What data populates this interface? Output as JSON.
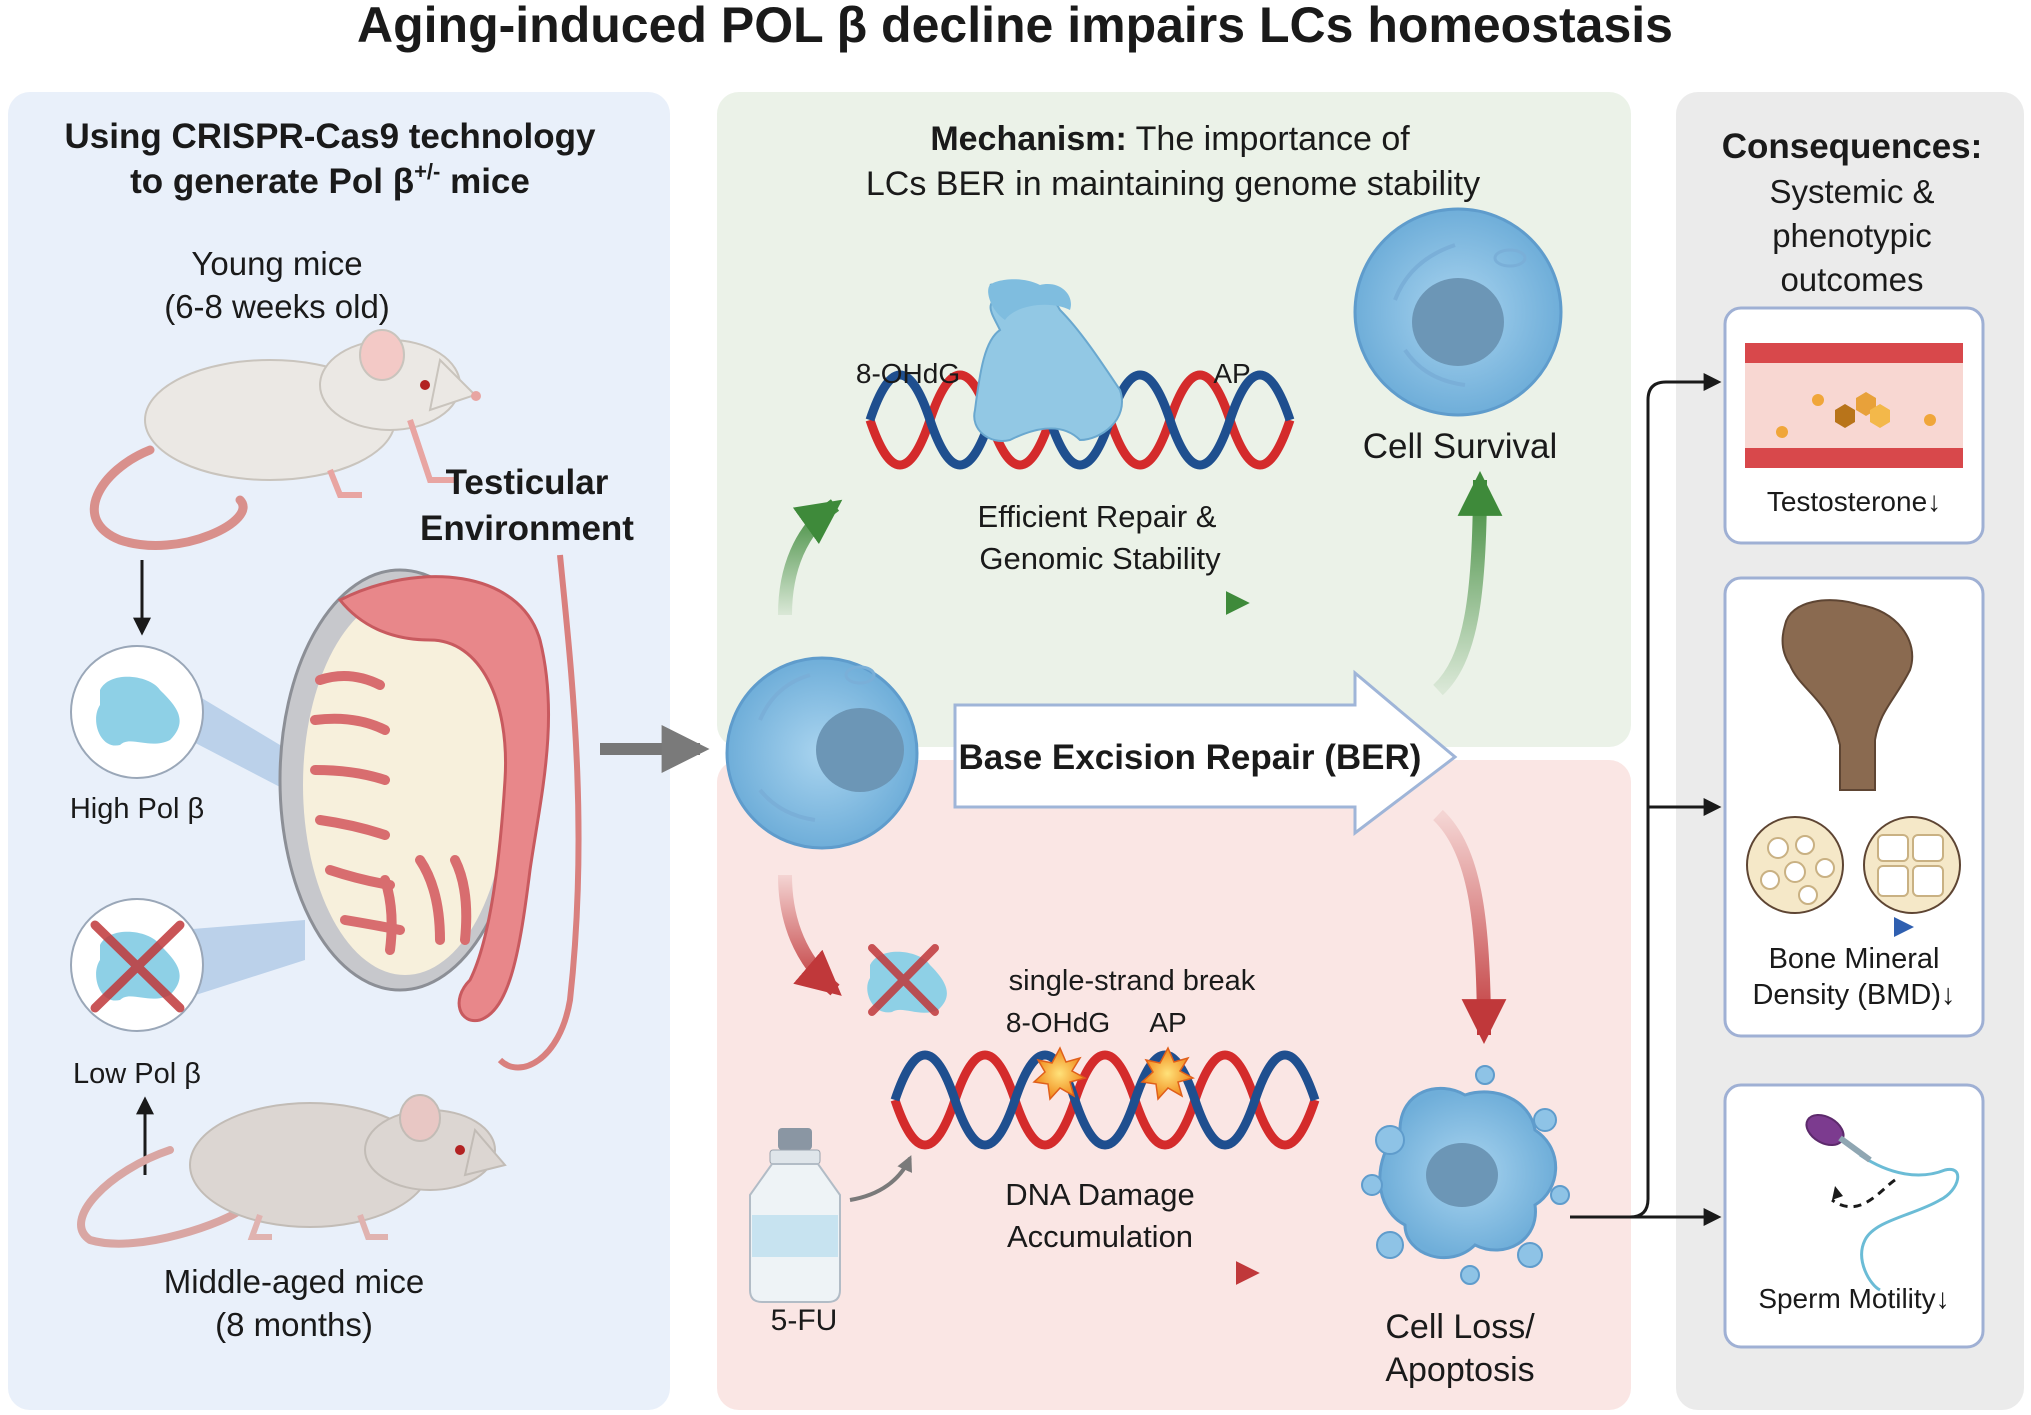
{
  "title": "Aging-induced POL β decline impairs LCs homeostasis",
  "left_panel": {
    "heading_line1": "Using CRISPR-Cas9 technology",
    "heading_line2_prefix": "to generate Pol β",
    "heading_superscript": "+/-",
    "heading_line2_suffix": " mice",
    "young_line1": "Young mice",
    "young_line2": "(6-8 weeks old)",
    "testicular_line1": "Testicular",
    "testicular_line2": "Environment",
    "high_label": "High Pol β",
    "low_label": "Low Pol β",
    "middle_line1": "Middle-aged mice",
    "middle_line2": "(8 months)"
  },
  "mechanism": {
    "heading_bold": "Mechanism:",
    "heading_rest": " The importance of",
    "heading_line2": "LCs BER in maintaining genome stability",
    "label_8ohdg": "8-OHdG",
    "label_ap": "AP",
    "repair_line1": "Efficient Repair &",
    "repair_line2": "Genomic Stability",
    "cell_survival": "Cell Survival",
    "ber_label": "Base Excision Repair (BER)",
    "ssb_label": "single-strand break",
    "damage_8ohdg": "8-OHdG",
    "damage_ap": "AP",
    "damage_line1": "DNA Damage",
    "damage_line2": "Accumulation",
    "drug_label": "5-FU",
    "loss_line1": "Cell Loss/",
    "loss_line2": "Apoptosis"
  },
  "consequences": {
    "heading_bold": "Consequences:",
    "line1": "Systemic &",
    "line2": "phenotypic",
    "line3": "outcomes",
    "testosterone": "Testosterone↓",
    "bmd_line1": "Bone Mineral",
    "bmd_line2": "Density (BMD)↓",
    "sperm": "Sperm Motility↓"
  },
  "colors": {
    "left_bg": "#e9f0fa",
    "mech_top_bg": "#ebf2e8",
    "mech_bottom_bg": "#fae6e4",
    "cons_bg": "#ebebeb",
    "cell_blue": "#8ec3e6",
    "green_arrow": "#3e8a3a",
    "red_arrow": "#c0383a",
    "dna_red": "#d42b2b",
    "dna_blue": "#1f4f8f"
  }
}
